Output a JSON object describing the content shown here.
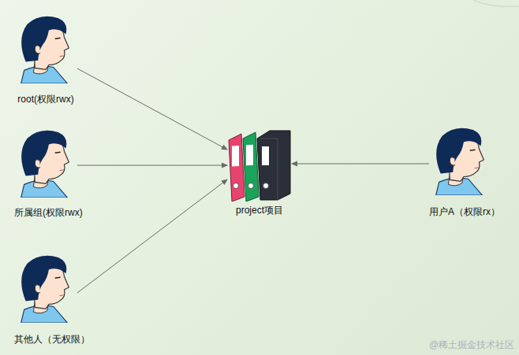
{
  "diagram": {
    "nodes": [
      {
        "text": [
          "root(权限rwx)"
        ]
      },
      {
        "text": [
          "所属组(权限rwx)"
        ]
      },
      {
        "text": [
          "其他人（无权限）"
        ]
      },
      {
        "text": [
          "project项目"
        ]
      },
      {
        "text": [
          "用户A（权限rx）"
        ]
      }
    ],
    "edges": [
      {
        "from": 0,
        "to": 3,
        "arrow": "to"
      },
      {
        "from": 1,
        "to": 3,
        "arrow": "to"
      },
      {
        "from": 2,
        "to": 3,
        "arrow": "to"
      },
      {
        "from": 4,
        "to": 3,
        "arrow": "to"
      }
    ],
    "labels": [
      "@稀土掘金技术社区"
    ]
  }
}
